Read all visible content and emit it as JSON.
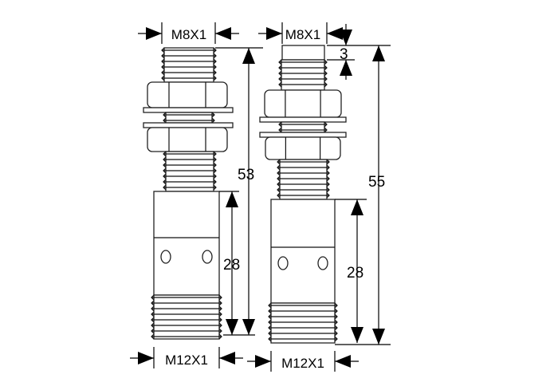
{
  "sensor_left": {
    "top_thread": "M8X1",
    "bottom_thread": "M12X1",
    "total_length": "53",
    "body_length": "28"
  },
  "sensor_right": {
    "top_thread": "M8X1",
    "bottom_thread": "M12X1",
    "total_length": "55",
    "body_length": "28",
    "tip_length": "3"
  }
}
